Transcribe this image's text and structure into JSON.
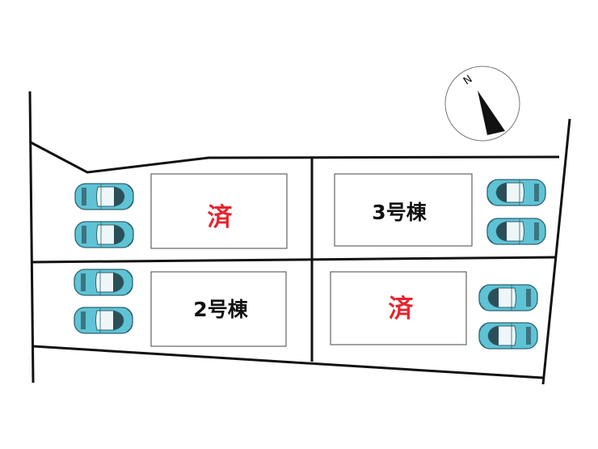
{
  "north_label": "N",
  "lots": [
    {
      "id": "top-left",
      "label": "済",
      "status": "sold",
      "parking": 2
    },
    {
      "id": "top-right",
      "label": "3号棟",
      "status": "available",
      "parking": 2
    },
    {
      "id": "bottom-left",
      "label": "2号棟",
      "status": "available",
      "parking": 2
    },
    {
      "id": "bottom-right",
      "label": "済",
      "status": "sold",
      "parking": 2
    }
  ],
  "colors": {
    "sold_text": "#e8232d",
    "car_body": "#5fc3d6",
    "lines": "#111111"
  }
}
